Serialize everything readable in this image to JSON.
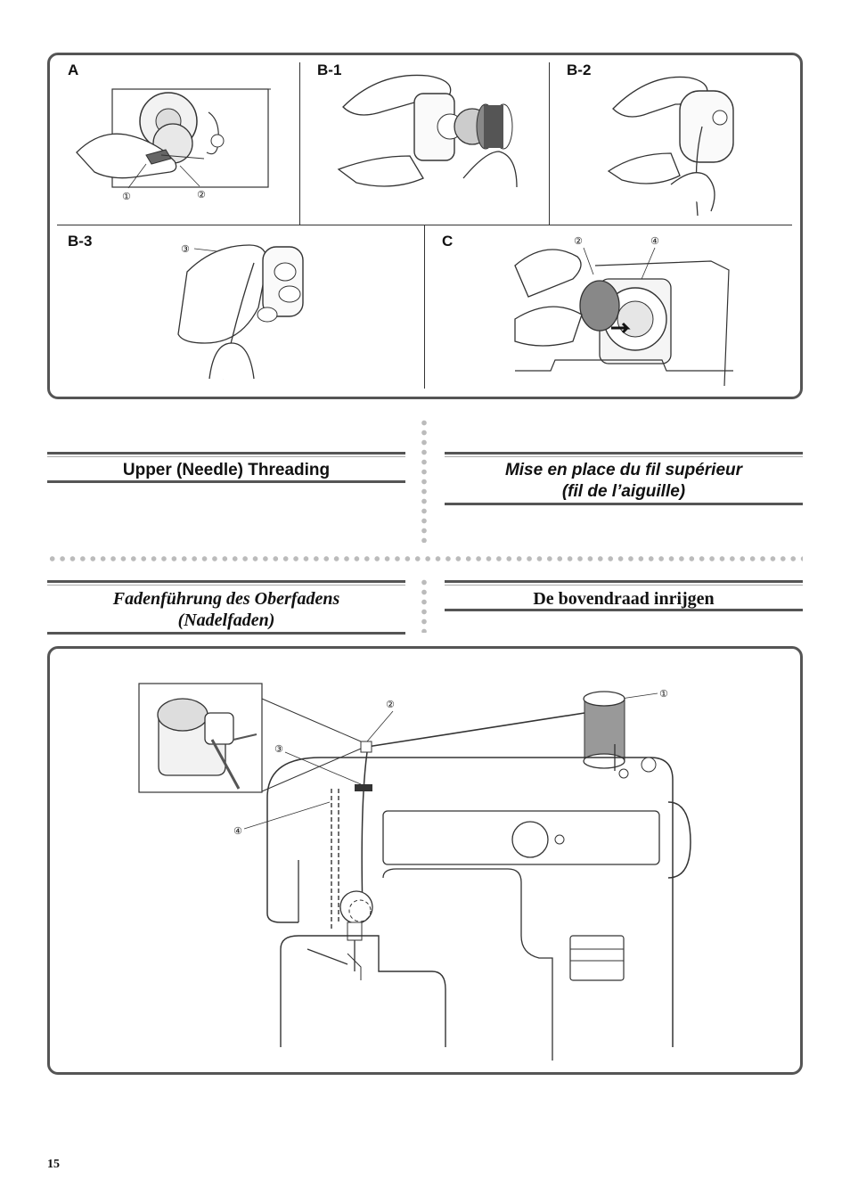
{
  "figures": {
    "top_labels": [
      "A",
      "B-1",
      "B-2",
      "B-3",
      "C"
    ],
    "callouts_a": [
      "①",
      "②"
    ],
    "callouts_b3": [
      "③"
    ],
    "callouts_c": [
      "②",
      "④"
    ],
    "callouts_machine": [
      "①",
      "②",
      "③",
      "④"
    ]
  },
  "headings": {
    "english": "Upper (Needle) Threading",
    "french_line1": "Mise en place du fil supérieur",
    "french_line2": "(fil de l’aiguille)",
    "german_line1": "Fadenführung des Oberfadens",
    "german_line2": "(Nadelfaden)",
    "dutch": "De bovendraad inrijgen"
  },
  "page": {
    "number": "15"
  }
}
